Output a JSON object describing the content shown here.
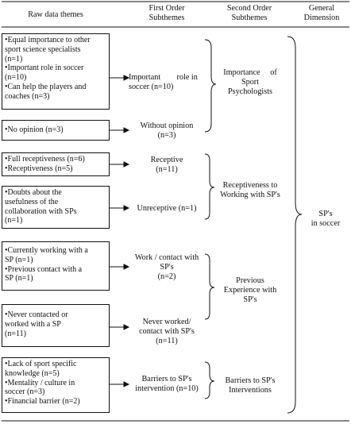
{
  "headers": {
    "raw": "Raw data themes",
    "first": [
      "First Order",
      "Subthemes"
    ],
    "second": [
      "Second Order",
      "Subthemes"
    ],
    "general": [
      "General",
      "Dimension"
    ]
  },
  "raw_boxes": [
    {
      "items": [
        "•Equal importance to other",
        "sport science specialists",
        "(n=1)",
        "•Important role in soccer",
        "(n=10)",
        "•Can help the players and",
        "coaches (n=3)"
      ]
    },
    {
      "items": [
        "•No opinion (n=3)"
      ]
    },
    {
      "items": [
        "•Full receptiveness (n=6)",
        "•Receptiveness (n=5)"
      ]
    },
    {
      "items": [
        "•Doubts about the",
        "usefulness of the",
        "collaboration with SPs",
        "(n=1)"
      ]
    },
    {
      "items": [
        "•Currently working with a",
        "SP (n=1)",
        "•Previous contact with a",
        "SP (n=1)"
      ]
    },
    {
      "items": [
        "•Never contacted or",
        "worked with a SP",
        "(n=11)"
      ]
    },
    {
      "items": [
        "•Lack of sport specific",
        "knowledge (n=5)",
        "•Mentality / culture in",
        "soccer (n=3)",
        "•Financial barrier (n=2)"
      ]
    }
  ],
  "first_order": [
    {
      "lines": [
        "Important        role in",
        "soccer (n=10)"
      ]
    },
    {
      "lines": [
        "Without opinion",
        "(n=3)"
      ]
    },
    {
      "lines": [
        "Receptive",
        "(n=11)"
      ]
    },
    {
      "lines": [
        "Unreceptive (n=1)"
      ]
    },
    {
      "lines": [
        "Work / contact with",
        "SP's",
        "(n=2)"
      ]
    },
    {
      "lines": [
        "Never worked/",
        "contact with SP's",
        "(n=11)"
      ]
    },
    {
      "lines": [
        "Barriers to SP's",
        "intervention (n=10)"
      ]
    }
  ],
  "second_order": [
    {
      "lines": [
        "Importance     of",
        "Sport",
        "Psychologists"
      ]
    },
    {
      "lines": [
        "Receptiveness to",
        "Working with SP's"
      ]
    },
    {
      "lines": [
        "Previous",
        "Experience with",
        "SP's"
      ]
    },
    {
      "lines": [
        "Barriers to SP's",
        "Interventions"
      ]
    }
  ],
  "general": {
    "lines": [
      "SP's",
      "in soccer"
    ]
  }
}
